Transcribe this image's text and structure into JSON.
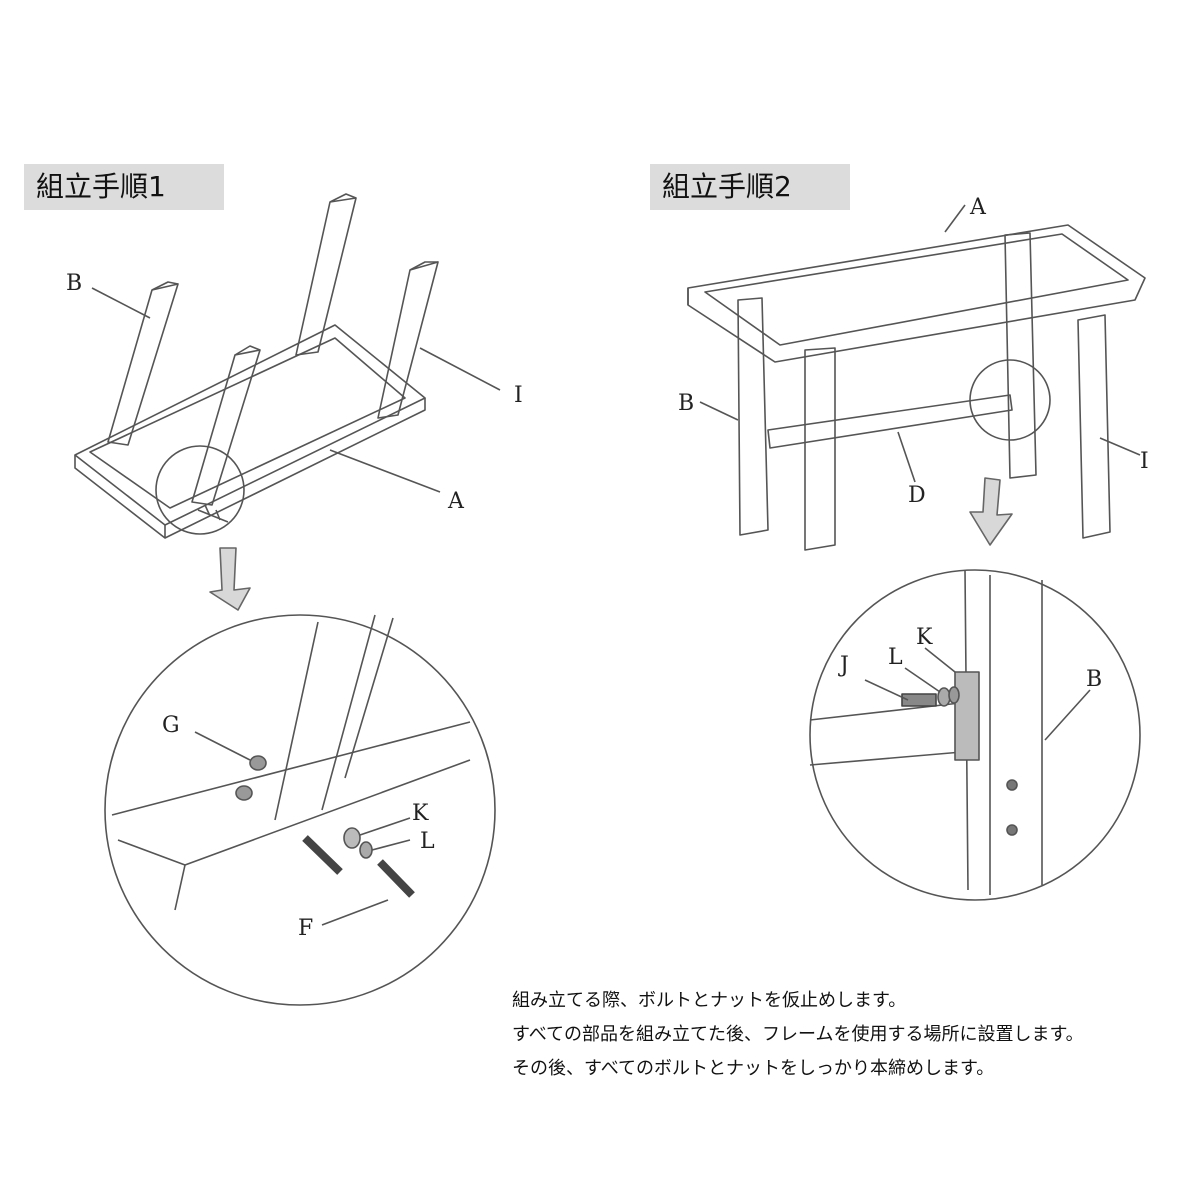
{
  "step1": {
    "title": "組立手順1",
    "labels": {
      "B": "B",
      "I": "I",
      "A": "A",
      "G": "G",
      "K": "K",
      "L": "L",
      "F": "F"
    }
  },
  "step2": {
    "title": "組立手順2",
    "labels": {
      "A": "A",
      "B": "B",
      "I": "I",
      "D": "D",
      "J": "J",
      "L": "L",
      "K": "K",
      "B_detail": "B"
    }
  },
  "instructions": [
    "組み立てる際、ボルトとナットを仮止めします。",
    "すべての部品を組み立てた後、フレームを使用する場所に設置します。",
    "その後、すべてのボルトとナットをしっかり本締めします。"
  ]
}
